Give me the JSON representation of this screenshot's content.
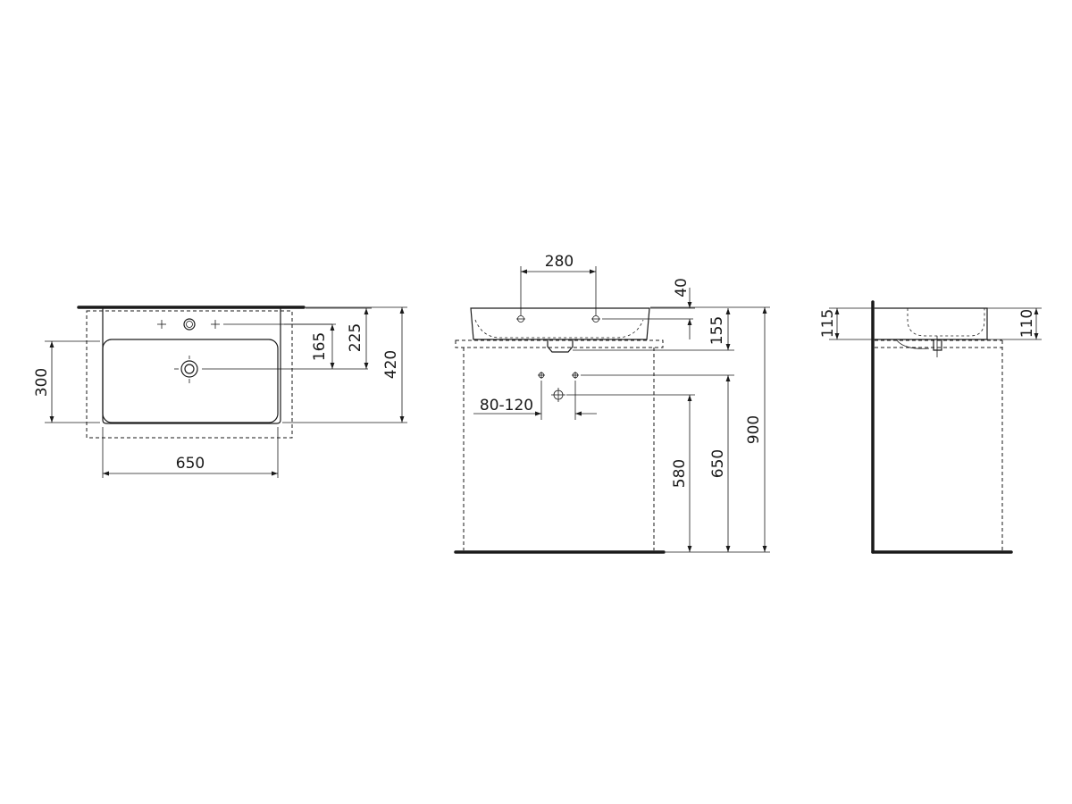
{
  "plan_view": {
    "width": "650",
    "depth_300": "300",
    "dim_165": "165",
    "dim_225": "225",
    "depth_420": "420"
  },
  "front_view": {
    "tap_spacing": "280",
    "dim_40": "40",
    "dim_155": "155",
    "waste_offset": "80-120",
    "waste_height": "580",
    "top_height": "650",
    "total_height": "900"
  },
  "side_view": {
    "dim_115": "115",
    "dim_110": "110"
  }
}
